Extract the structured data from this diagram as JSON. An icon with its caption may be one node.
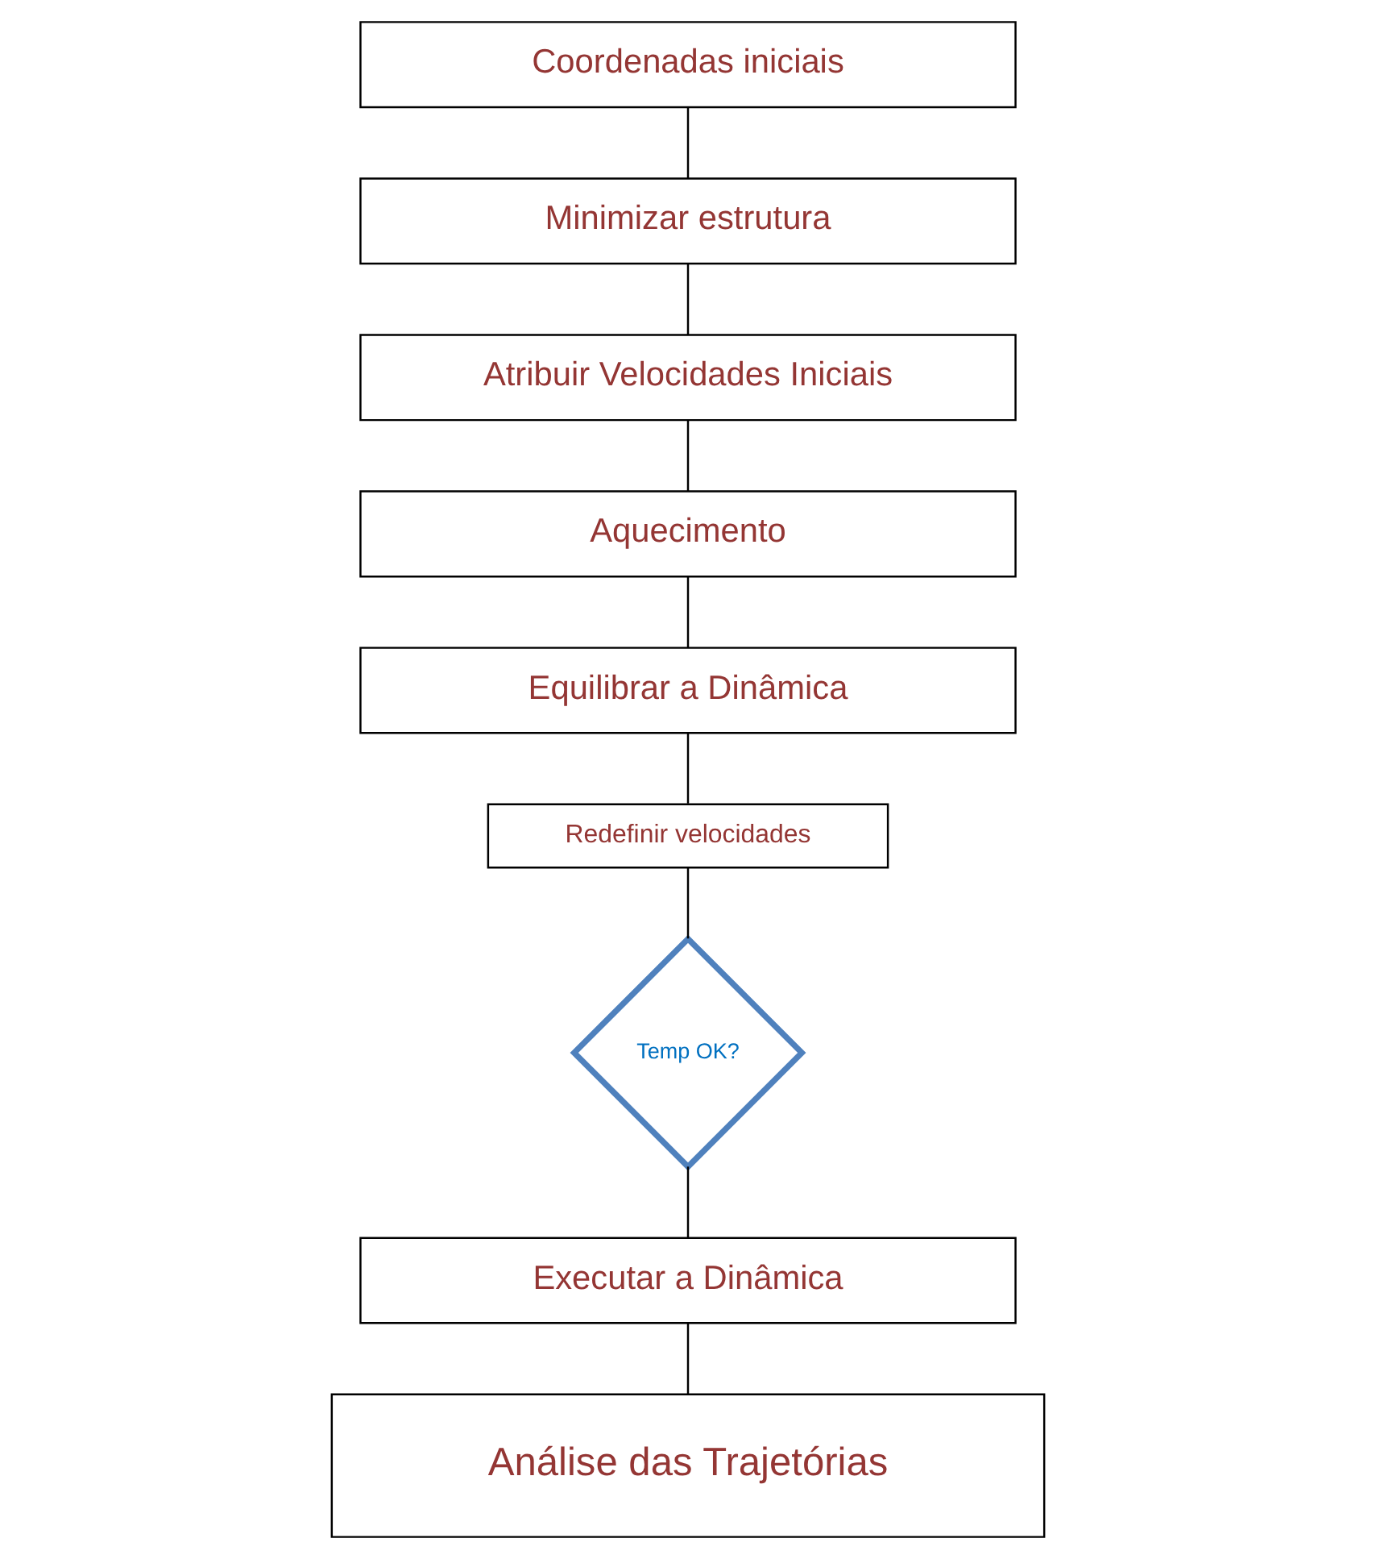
{
  "diagram": {
    "nodes": [
      {
        "text": [
          "Coordenadas iniciais"
        ]
      },
      {
        "text": [
          "Minimizar estrutura"
        ]
      },
      {
        "text": [
          "Atribuir Velocidades Iniciais"
        ]
      },
      {
        "text": [
          "Aquecimento"
        ]
      },
      {
        "text": [
          "Equilibrar a Dinâmica"
        ]
      },
      {
        "text": [
          "Redefinir velocidades"
        ]
      },
      {
        "text": [
          "Temp OK?"
        ]
      },
      {
        "text": [
          "Executar a Dinâmica"
        ]
      },
      {
        "text": [
          "Análise das Trajetórias"
        ]
      }
    ],
    "edges": [
      {
        "from": 0,
        "to": 1,
        "arrow": "none"
      },
      {
        "from": 1,
        "to": 2,
        "arrow": "none"
      },
      {
        "from": 2,
        "to": 3,
        "arrow": "none"
      },
      {
        "from": 3,
        "to": 4,
        "arrow": "none"
      },
      {
        "from": 4,
        "to": 5,
        "arrow": "none"
      },
      {
        "from": 5,
        "to": 6,
        "arrow": "none"
      },
      {
        "from": 6,
        "to": 7,
        "arrow": "none"
      },
      {
        "from": 7,
        "to": 8,
        "arrow": "none"
      }
    ]
  }
}
